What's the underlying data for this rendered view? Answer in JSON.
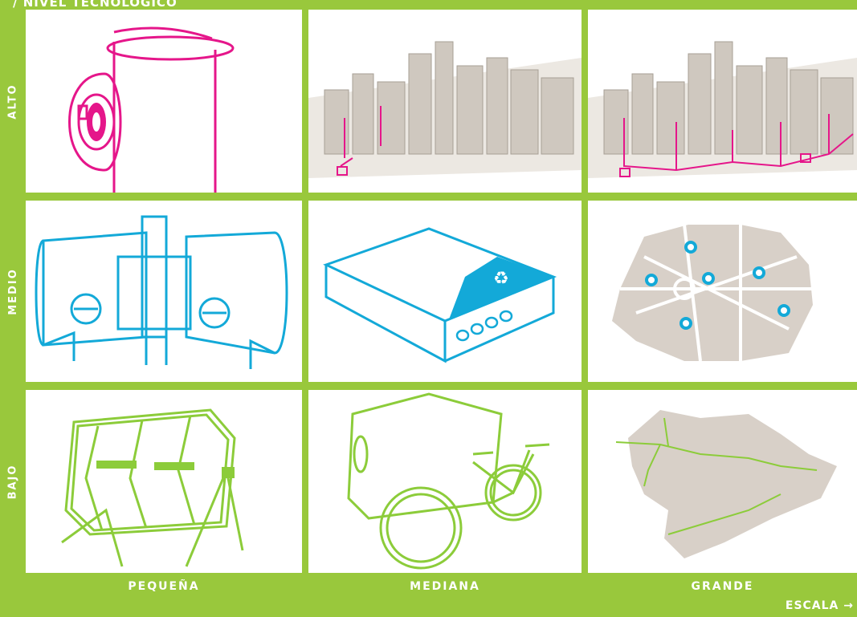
{
  "header": {
    "title": "/ NIVEL TECNOLÓGICO"
  },
  "rows": [
    {
      "label": "ALTO"
    },
    {
      "label": "MEDIO"
    },
    {
      "label": "BAJO"
    }
  ],
  "columns": [
    {
      "label": "PEQUEÑA"
    },
    {
      "label": "MEDIANA"
    },
    {
      "label": "GRANDE"
    }
  ],
  "axis": {
    "label": "ESCALA →"
  },
  "colors": {
    "background": "#99c83c",
    "alto": "#e5168a",
    "medio": "#13a9d8",
    "bajo": "#8ccc3a",
    "map": "#d8d0c8"
  }
}
